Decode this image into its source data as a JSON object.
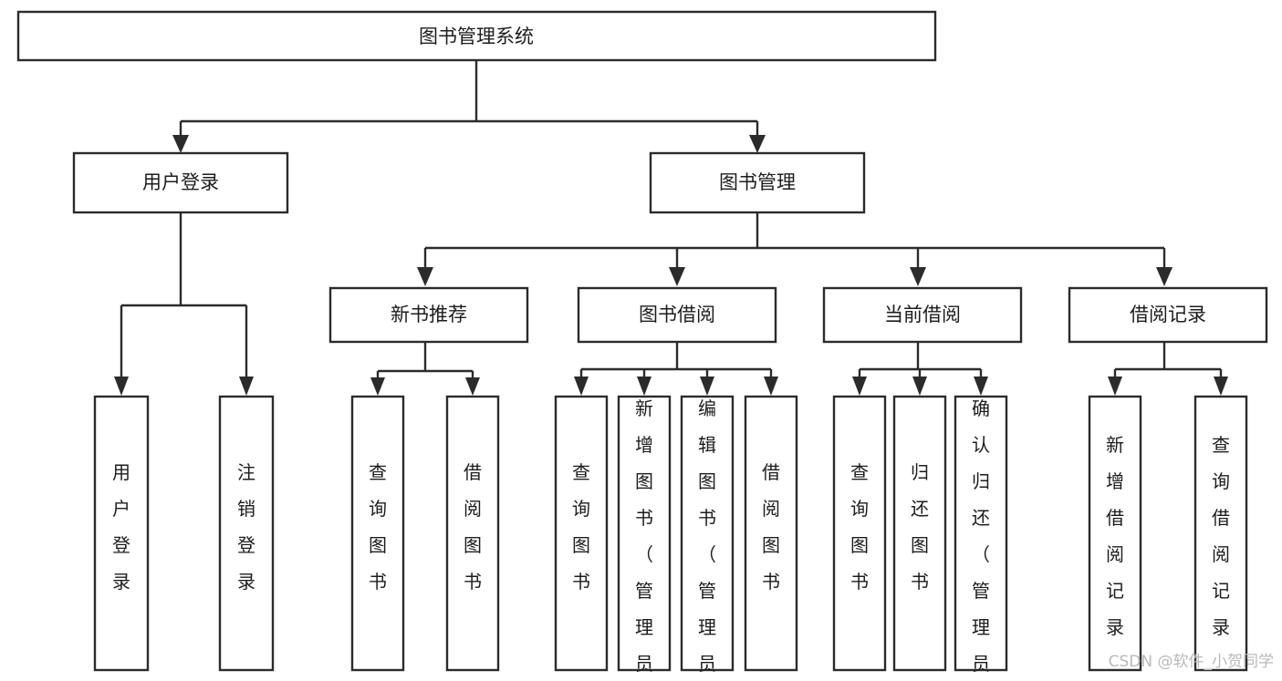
{
  "diagram": {
    "title": "图书管理系统",
    "type": "tree",
    "watermark": "CSDN @软件_小贺同学",
    "colors": {
      "box_stroke": "#2b2b2b",
      "box_fill": "#ffffff",
      "connector": "#2b2b2b",
      "text": "#1c1c1c",
      "watermark": "#b9b9b9",
      "background": "#ffffff"
    },
    "levels": {
      "root": "图书管理系统",
      "level2": [
        "用户登录",
        "图书管理"
      ],
      "level3": [
        "新书推荐",
        "图书借阅",
        "当前借阅",
        "借阅记录"
      ],
      "level4_groups": [
        {
          "parent": "用户登录",
          "leaves": [
            "用户登录",
            "注销登录"
          ]
        },
        {
          "parent": "新书推荐",
          "leaves": [
            "查询图书",
            "借阅图书"
          ]
        },
        {
          "parent": "图书借阅",
          "leaves": [
            "查询图书",
            "新增图书（管理员）",
            "编辑图书（管理员）",
            "借阅图书"
          ]
        },
        {
          "parent": "当前借阅",
          "leaves": [
            "查询图书",
            "归还图书",
            "确认归还（管理员）"
          ]
        },
        {
          "parent": "借阅记录",
          "leaves": [
            "新增借阅记录",
            "查询借阅记录"
          ]
        }
      ]
    },
    "nodes": {
      "root": {
        "label": "图书管理系统"
      },
      "user_login": {
        "label": "用户登录"
      },
      "book_manage": {
        "label": "图书管理"
      },
      "new_book_rec": {
        "label": "新书推荐"
      },
      "book_borrow": {
        "label": "图书借阅"
      },
      "current_borrow": {
        "label": "当前借阅"
      },
      "borrow_record": {
        "label": "借阅记录"
      },
      "leaf_user_login": {
        "label": "用户登录"
      },
      "leaf_logout": {
        "label": "注销登录"
      },
      "leaf_query_book_1": {
        "label": "查询图书"
      },
      "leaf_borrow_book_1": {
        "label": "借阅图书"
      },
      "leaf_query_book_2": {
        "label": "查询图书"
      },
      "leaf_add_book": {
        "label": "新增图书（管理员）"
      },
      "leaf_edit_book": {
        "label": "编辑图书（管理员）"
      },
      "leaf_borrow_book_2": {
        "label": "借阅图书"
      },
      "leaf_query_book_3": {
        "label": "查询图书"
      },
      "leaf_return_book": {
        "label": "归还图书"
      },
      "leaf_confirm_return": {
        "label": "确认归还（管理员）"
      },
      "leaf_add_record": {
        "label": "新增借阅记录"
      },
      "leaf_query_record": {
        "label": "查询借阅记录"
      }
    }
  }
}
